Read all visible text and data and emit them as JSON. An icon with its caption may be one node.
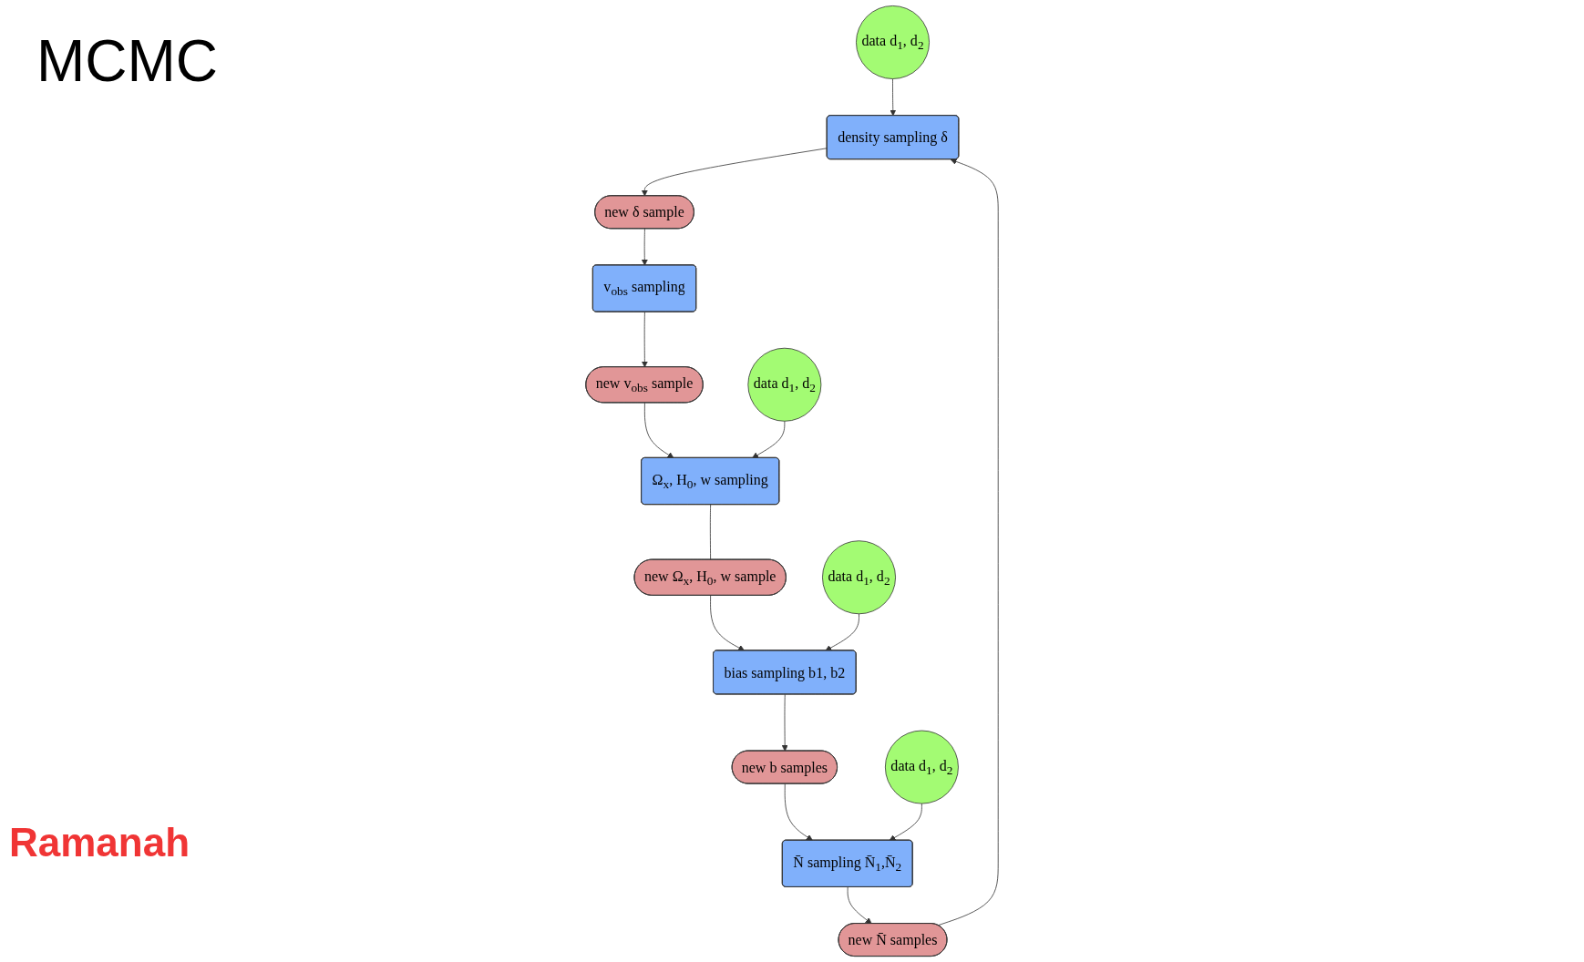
{
  "diagram": {
    "nodes": [
      {
        "text": [
          "data d$_{1}$, d$_{2}$"
        ]
      },
      {
        "text": [
          "density sampling δ"
        ]
      },
      {
        "text": [
          "new δ sample"
        ]
      },
      {
        "text": [
          "new N̄ samples"
        ]
      },
      {
        "text": [
          "v$_{obs}$ sampling"
        ]
      },
      {
        "text": [
          "N̄ sampling N̄$_{1}$,N̄$_{2}$"
        ]
      },
      {
        "text": [
          "data d$_{1}$, d$_{2}$"
        ]
      },
      {
        "text": [
          "new v$_{obs}$ sample"
        ]
      },
      {
        "text": [
          "new b samples"
        ]
      },
      {
        "text": [
          "Ω$_{x}$, H$_{0}$, w sampling"
        ]
      },
      {
        "text": [
          "new Ω$_{x}$, H$_{0}$, w sample"
        ]
      },
      {
        "text": [
          "bias sampling b1, b2"
        ]
      },
      {
        "text": [
          "data d$_{1}$, d$_{2}$"
        ]
      },
      {
        "text": [
          "data d$_{1}$, d$_{2}$"
        ]
      }
    ],
    "edges": [
      {
        "from": 0,
        "to": 1,
        "arrow": "to"
      },
      {
        "from": 1,
        "to": 2,
        "arrow": "to"
      },
      {
        "from": 3,
        "to": 1,
        "arrow": "to"
      },
      {
        "from": 2,
        "to": 4,
        "arrow": "to"
      },
      {
        "from": 4,
        "to": 7,
        "arrow": "to"
      },
      {
        "from": 7,
        "to": 9,
        "arrow": "to"
      },
      {
        "from": 9,
        "to": 10,
        "arrow": "none"
      },
      {
        "from": 10,
        "to": 11,
        "arrow": "to"
      },
      {
        "from": 11,
        "to": 8,
        "arrow": "to"
      },
      {
        "from": 8,
        "to": 5,
        "arrow": "to"
      },
      {
        "from": 5,
        "to": 3,
        "arrow": "to"
      },
      {
        "from": 6,
        "to": 5,
        "arrow": "to"
      },
      {
        "from": 12,
        "to": 9,
        "arrow": "to"
      },
      {
        "from": 13,
        "to": 11,
        "arrow": "to"
      }
    ],
    "labels": [
      "MCMC",
      "Ramanah"
    ]
  }
}
